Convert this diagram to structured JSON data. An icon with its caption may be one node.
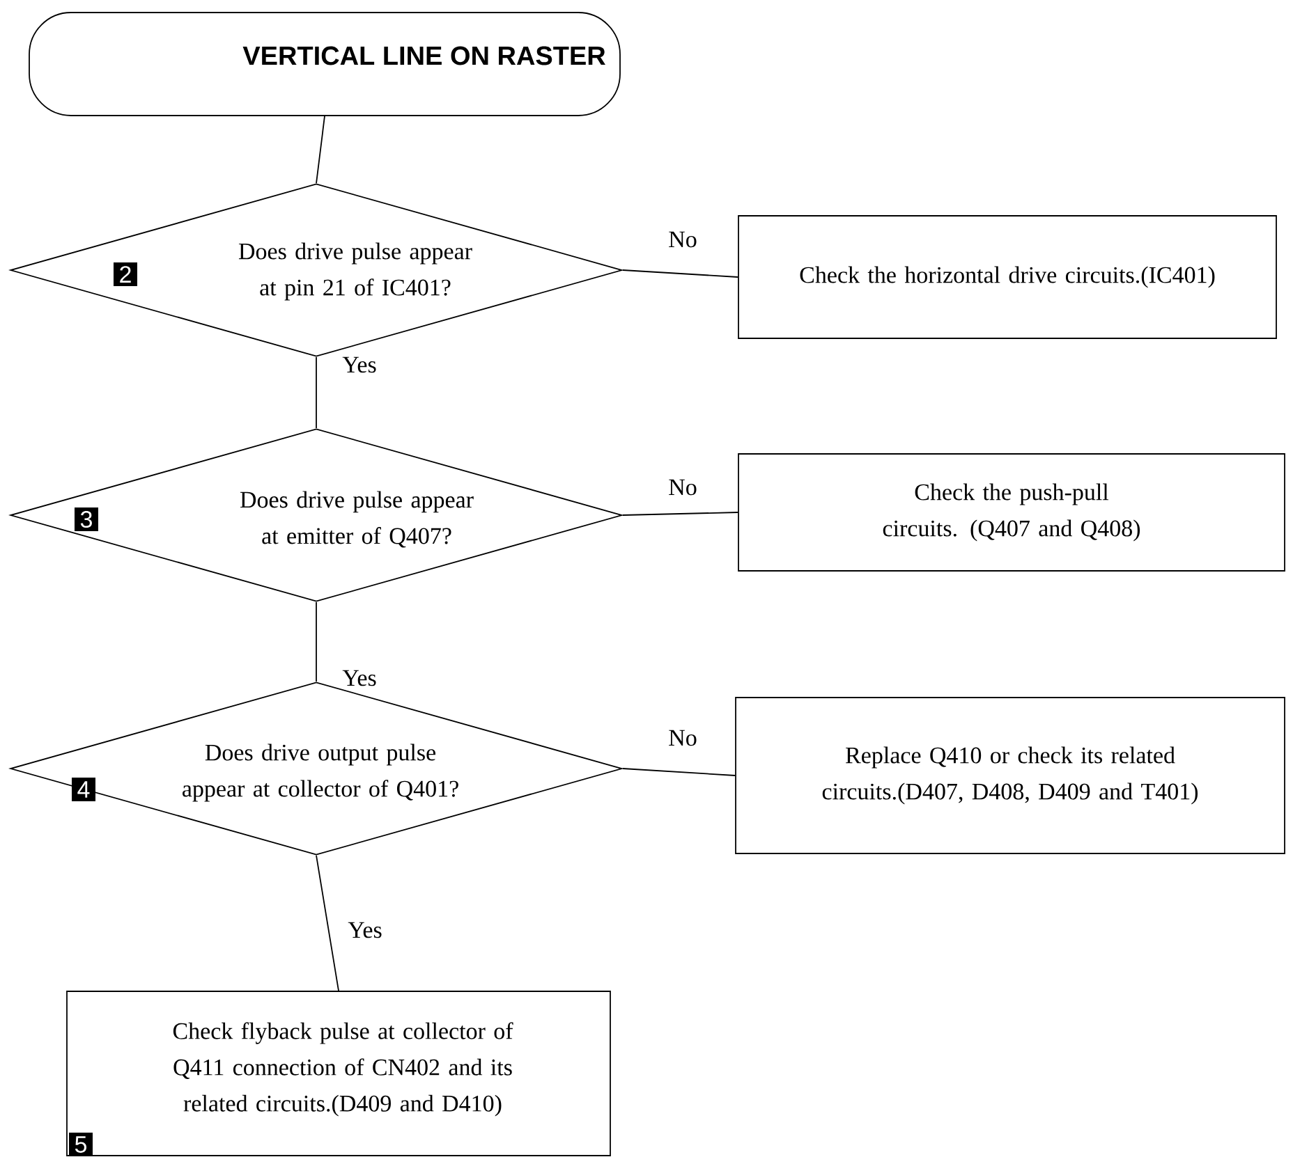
{
  "diagram": {
    "nodes": [
      {
        "text": [
          "VERTICAL LINE ON RASTER"
        ]
      },
      {
        "text": [
          "2",
          "Does drive pulse appear at pin 21 of IC401?"
        ]
      },
      {
        "text": [
          "Check the horizontal drive circuits.(IC401)"
        ]
      },
      {
        "text": [
          "3",
          "Does drive pulse appear at emitter of Q407?"
        ]
      },
      {
        "text": [
          "Check the push-pull circuits. (Q407 and Q408)"
        ]
      },
      {
        "text": [
          "4",
          "Does drive output pulse appear at collector of Q401?"
        ]
      },
      {
        "text": [
          "Replace Q410 or check its related circuits.(D407, D408, D409 and T401)"
        ]
      },
      {
        "text": [
          "Check flyback pulse at collector of Q411 connection of CN402 and its related circuits.(D409 and D410)",
          "5"
        ]
      }
    ],
    "edges": [
      {
        "from": 0,
        "to": 1,
        "arrow": "none"
      },
      {
        "from": 1,
        "to": 2,
        "arrow": "none",
        "label": "No"
      },
      {
        "from": 1,
        "to": 3,
        "arrow": "none",
        "label": "Yes"
      },
      {
        "from": 3,
        "to": 4,
        "arrow": "none",
        "label": "No"
      },
      {
        "from": 3,
        "to": 5,
        "arrow": "none",
        "label": "Yes"
      },
      {
        "from": 5,
        "to": 6,
        "arrow": "none",
        "label": "No"
      },
      {
        "from": 5,
        "to": 7,
        "arrow": "none",
        "label": "Yes"
      }
    ]
  }
}
